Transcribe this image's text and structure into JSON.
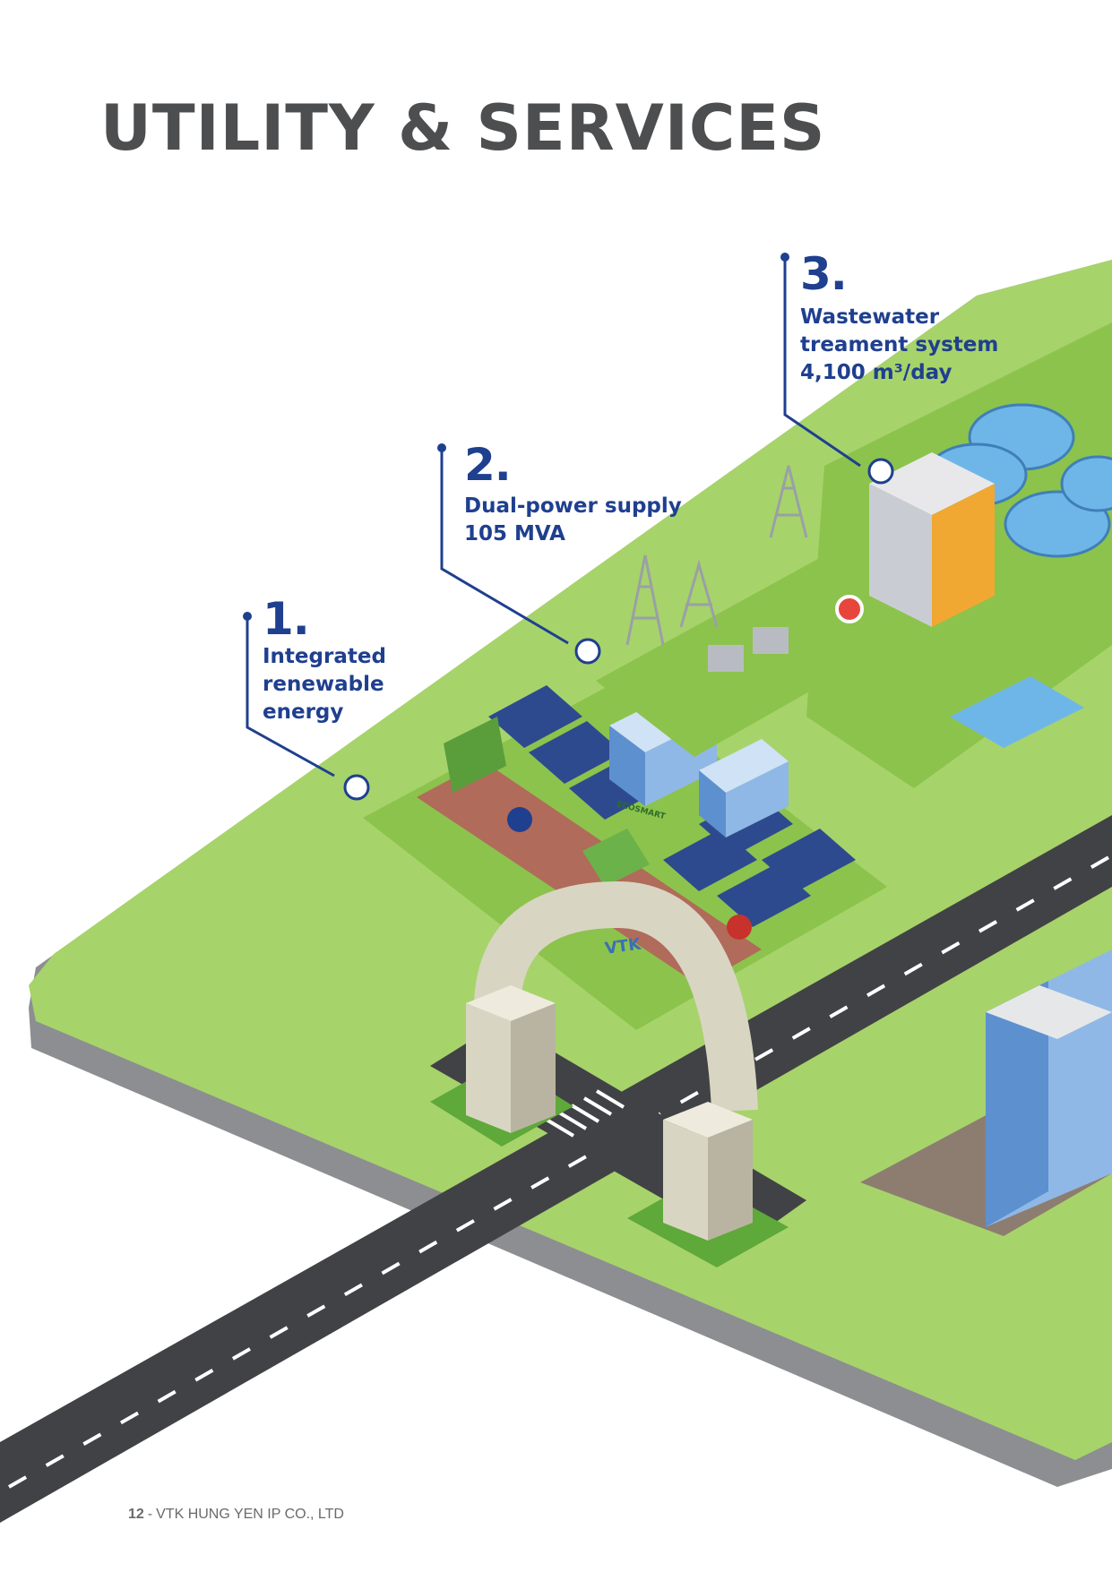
{
  "page": {
    "title": "UTILITY & SERVICES"
  },
  "callouts": [
    {
      "number": "1.",
      "lines": [
        "Integrated",
        "renewable",
        "energy"
      ]
    },
    {
      "number": "2.",
      "lines": [
        "Dual-power supply",
        "105 MVA"
      ]
    },
    {
      "number": "3.",
      "lines": [
        "Wastewater",
        "treament system",
        "4,100 m³/day"
      ]
    }
  ],
  "arch_sign": "VTK",
  "billboard": "ECOSMART",
  "footer": {
    "page_number": "12",
    "separator": "-",
    "company": "VTK HUNG YEN IP CO., LTD"
  },
  "colors": {
    "title": "#4d4e50",
    "callout": "#1f3f8f",
    "grass": "#8cc34c",
    "grass_light": "#a7d36b",
    "road": "#414245",
    "solar": "#2e4a8f",
    "water": "#6fb6e8",
    "arch": "#d9d5c3"
  }
}
